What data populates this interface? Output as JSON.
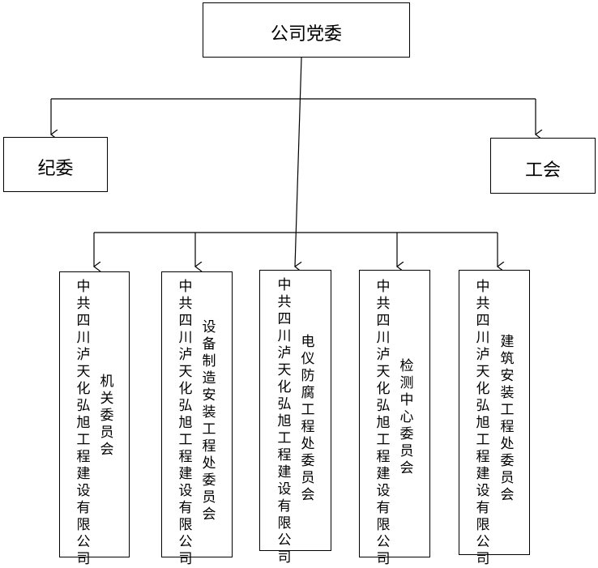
{
  "top": {
    "label": "公司党委"
  },
  "side_left": {
    "label": "纪委"
  },
  "side_right": {
    "label": "工会"
  },
  "units": [
    {
      "company": "中共四川泸天化弘旭工程建设有限公司",
      "committee": "机关委员会"
    },
    {
      "company": "中共四川泸天化弘旭工程建设有限公司",
      "committee": "设备制造安装工程处委员会"
    },
    {
      "company": "中共四川泸天化弘旭工程建设有限公司",
      "committee": "电仪防腐工程处委员会"
    },
    {
      "company": "中共四川泸天化弘旭工程建设有限公司",
      "committee": "检测中心委员会"
    },
    {
      "company": "中共四川泸天化弘旭工程建设有限公司",
      "committee": "建筑安装工程处委员会"
    }
  ]
}
